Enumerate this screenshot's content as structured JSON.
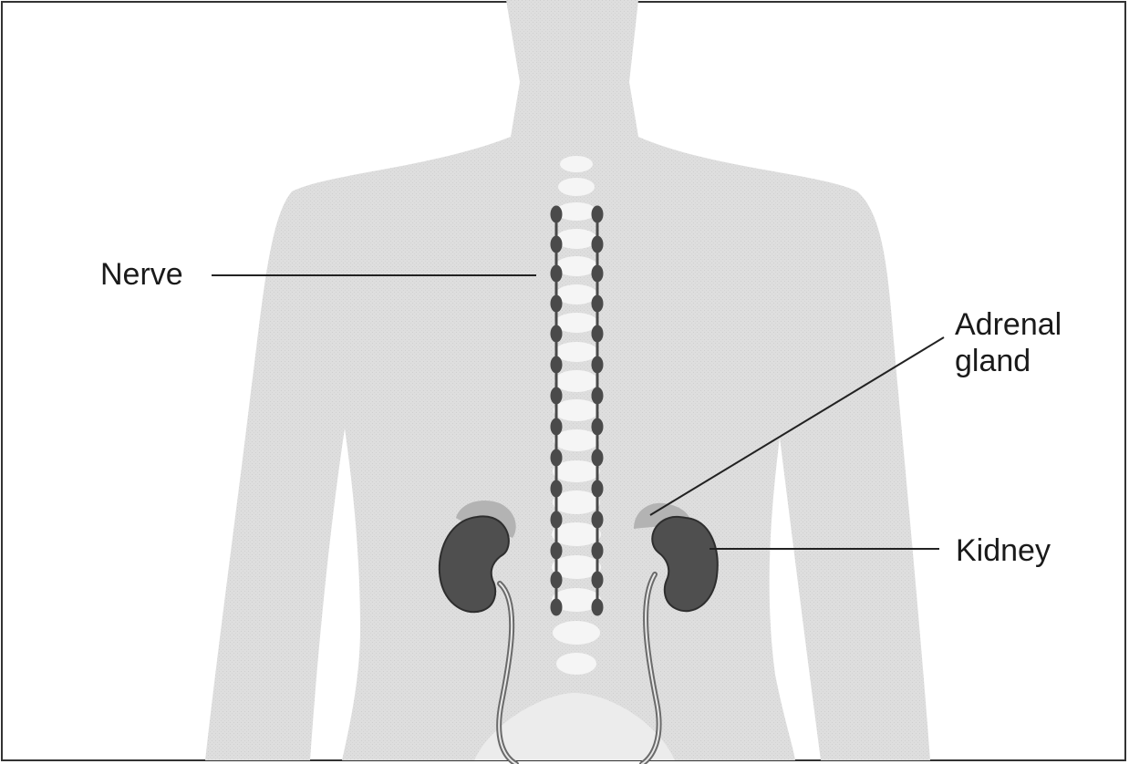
{
  "labels": {
    "nerve": "Nerve",
    "adrenal_line1": "Adrenal",
    "adrenal_line2": "gland",
    "kidney": "Kidney"
  },
  "colors": {
    "body": "#dcdcdc",
    "vertebra": "#f4f4f4",
    "nerve": "#4a4a4a",
    "kidney": "#4f4f4f",
    "adrenal": "#b3b3b3",
    "ureter": "#6a6a6a",
    "leader": "#222222",
    "frame": "#333333"
  },
  "icons": [
    "nerve-chain-icon",
    "kidney-icon",
    "adrenal-gland-icon",
    "spine-icon"
  ]
}
